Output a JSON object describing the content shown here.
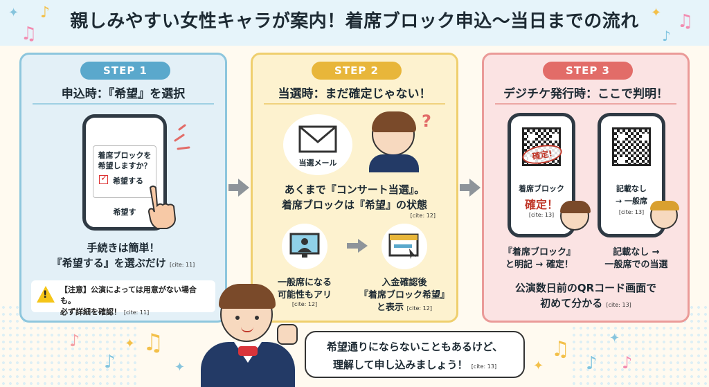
{
  "title": "親しみやすい女性キャラが案内！着席ブロック申込〜当日までの流れ",
  "colors": {
    "step1": "#5aa8cc",
    "step2": "#e8b63a",
    "step3": "#e26c68",
    "title_bg": "#e6f4fa"
  },
  "step1": {
    "badge": "STEP 1",
    "heading": "申込時：『希望』を選択",
    "phone_question_1": "着席ブロックを",
    "phone_question_2": "希望しますか？",
    "checkbox_label": "希望する",
    "phone_button": "希望す",
    "body_1": "手続きは簡単！",
    "body_2": "『希望する』を選ぶだけ",
    "body_cite": "[cite: 11]",
    "caution_1": "【注意】公演によっては用意がない場合も。",
    "caution_2": "必ず詳細を確認！",
    "caution_cite": "[cite: 11]"
  },
  "step2": {
    "badge": "STEP 2",
    "heading": "当選時：まだ確定じゃない！",
    "mail_label": "当選メール",
    "question_mark": "?",
    "body_1": "あくまで『コンサート当選』。",
    "body_2": "着席ブロックは『希望』の状態",
    "body_cite": "[cite: 12]",
    "general_1": "一般席になる",
    "general_2": "可能性もアリ",
    "general_cite": "[cite: 12]",
    "confirm_1": "入金確認後",
    "confirm_2": "『着席ブロック希望』",
    "confirm_3": "と表示",
    "confirm_cite": "[cite: 12]"
  },
  "step3": {
    "badge": "STEP 3",
    "heading": "デジチケ発行時：ここで判明！",
    "stamp": "確定!",
    "phone_a_1": "着席ブロック",
    "phone_a_2": "確定！",
    "phone_a_cite": "[cite: 13]",
    "phone_b_1": "記載なし",
    "phone_b_2": "→ 一般席",
    "phone_b_cite": "[cite: 13]",
    "result_a_1": "『着席ブロック』",
    "result_a_2": "と明記 → 確定！",
    "result_b_1": "記載なし →",
    "result_b_2": "一般席での当選",
    "body_1": "公演数日前のQRコード画面で",
    "body_2": "初めて分かる",
    "body_cite": "[cite: 13]"
  },
  "bubble": {
    "line_1": "希望通りにならないこともあるけど、",
    "line_2": "理解して申し込みましょう！",
    "cite": "[cite: 13]"
  }
}
